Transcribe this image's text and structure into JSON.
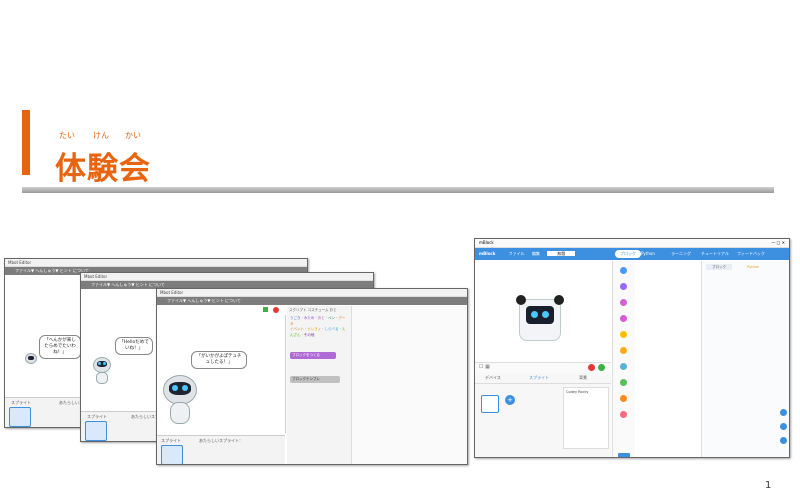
{
  "title": {
    "text": "体験会",
    "ruby": [
      "たい",
      "けん",
      "かい"
    ]
  },
  "colors": {
    "accent": "#e8640f",
    "divider": "#a6a6a6",
    "mblock_blue": "#3d8fe0"
  },
  "page_number": "1",
  "scratch_windows": [
    {
      "title": "Mbot Editor",
      "menu": "ファイル▼  へんしゅう▼  ヒント  について",
      "bubble": "「へんかが来したらめでたいわね！」",
      "sprite_label": "スプライト",
      "backdrop_label": "あたらしいスプライト"
    },
    {
      "title": "Mbot Editor",
      "menu": "ファイル▼  へんしゅう▼  ヒント  について",
      "bubble": "「Helloだめでいね！」",
      "sprite_label": "スプライト",
      "backdrop_label": "あたらしいスプライト"
    },
    {
      "title": "Mbot Editor",
      "menu": "ファイル▼  へんしゅう▼  ヒント  について",
      "bubble": "「がいかがよぱテュチュしたる！」",
      "sprite_label": "スプライト",
      "backdrop_label": "あたらしいスプライト：",
      "tabs": [
        "スクリプト",
        "コスチューム",
        "おと"
      ],
      "palette": [
        "うごき",
        "みため",
        "おと",
        "ペン",
        "データ",
        "イベント",
        "せいぎょ",
        "しらべる",
        "えんざん",
        "その他"
      ],
      "more_blocks": [
        "ブロックをつくる",
        "ブロックテンプレ"
      ]
    }
  ],
  "mblock": {
    "title": "mBlock",
    "logo": "mBlock",
    "menu": [
      "ファイル",
      "編集"
    ],
    "project_name": "無題",
    "tabs_right": [
      "ブロック",
      "Python",
      "ラーニング",
      "チュートリアル",
      "フィードバック"
    ],
    "sprite_tabs": [
      "デバイス",
      "スプライト",
      "背景"
    ],
    "sprite_name": "Codey Rocky",
    "code_tabs": [
      "ブロック",
      "Python"
    ]
  }
}
